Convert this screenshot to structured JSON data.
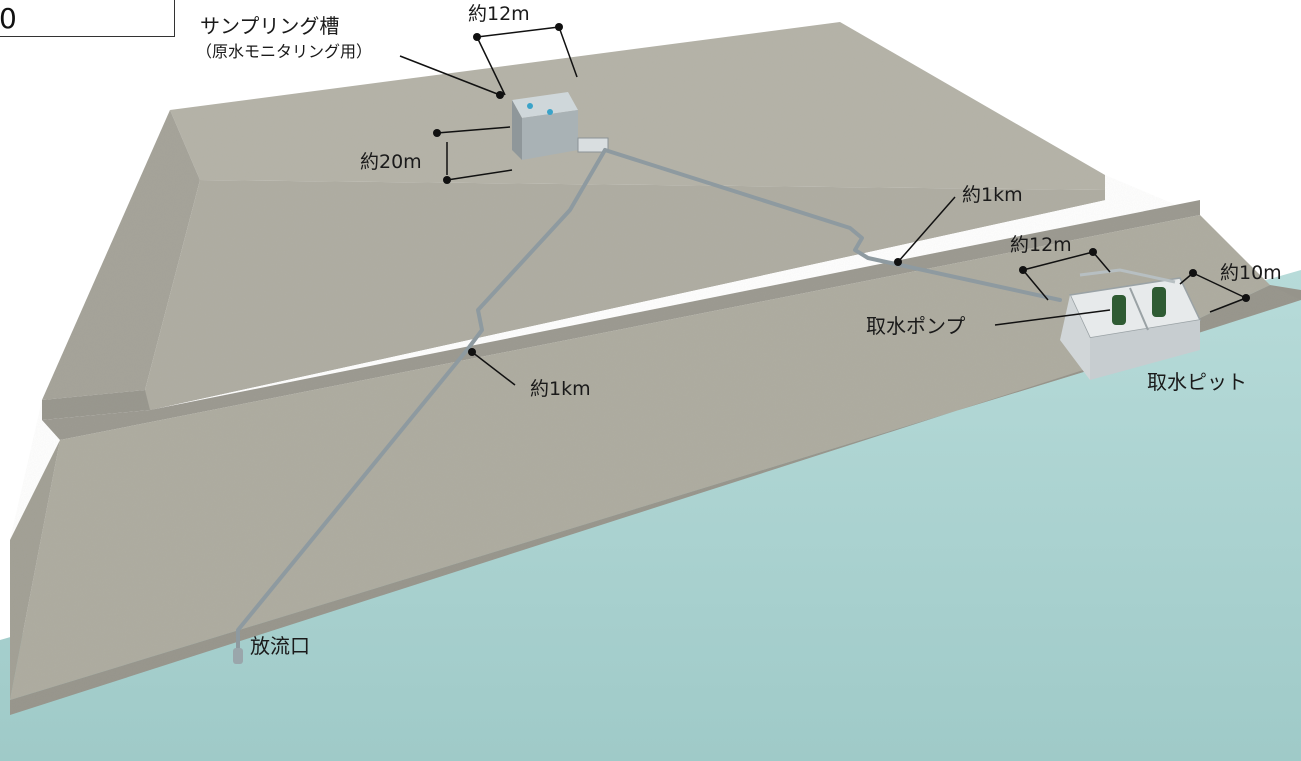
{
  "figure_number": "0",
  "labels": {
    "sampling_tank": "サンプリング槽",
    "sampling_tank_sub": "（原水モニタリング用）",
    "tank_width": "約12m",
    "tank_depth": "約20m",
    "pipe_intake_length": "約1km",
    "pipe_outfall_length": "約1km",
    "pit_width": "約12m",
    "pit_depth": "約10m",
    "intake_pump": "取水ポンプ",
    "intake_pit": "取水ピット",
    "outfall": "放流口"
  },
  "colors": {
    "ground_top": "#b3b1a6",
    "ground_side": "#95938a",
    "water": "#a8d1cf",
    "pipe": "#8e9aa0",
    "pump": "#2f5b33",
    "leader": "#111111"
  }
}
